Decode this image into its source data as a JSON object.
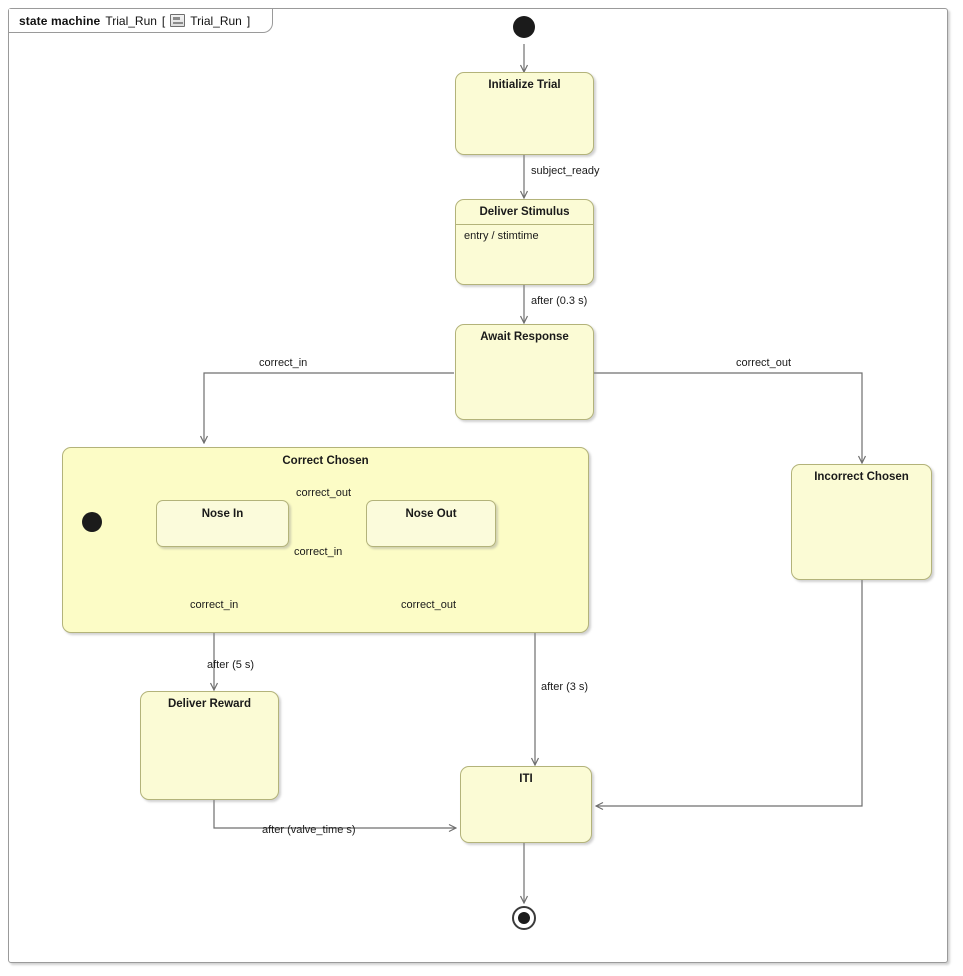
{
  "frame": {
    "keyword": "state machine",
    "name": "Trial_Run",
    "bracket_open": "[",
    "tab_icon": "diagram-icon",
    "tab_label": "Trial_Run",
    "bracket_close": "]"
  },
  "colors": {
    "state_fill": "#fbfbd5",
    "composite_fill": "#fcfcc6",
    "substate_fill": "#fbfbdb",
    "state_border": "#b3b37a",
    "edge": "#6f6f6f",
    "frame_border": "#9a9a9a",
    "text": "#1a1a1a",
    "pseudostate": "#1b1b1b"
  },
  "states": {
    "initialize_trial": {
      "name": "Initialize Trial"
    },
    "deliver_stimulus": {
      "name": "Deliver Stimulus",
      "entry": "entry / stimtime"
    },
    "await_response": {
      "name": "Await Response"
    },
    "correct_chosen": {
      "name": "Correct Chosen"
    },
    "nose_in": {
      "name": "Nose In"
    },
    "nose_out": {
      "name": "Nose Out"
    },
    "incorrect_chosen": {
      "name": "Incorrect Chosen"
    },
    "deliver_reward": {
      "name": "Deliver Reward"
    },
    "iti": {
      "name": "ITI"
    }
  },
  "pseudostates": {
    "initial": "initial-state",
    "composite_initial": "composite-initial-state",
    "final": "final-state"
  },
  "transitions": {
    "t_subject_ready": "subject_ready",
    "t_after_03": "after (0.3 s)",
    "t_correct_in": "correct_in",
    "t_correct_out": "correct_out",
    "t_nosein_to_noseout": "correct_out",
    "t_noseout_to_nosein": "correct_in",
    "t_nosein_self": "correct_in",
    "t_noseout_self": "correct_out",
    "t_after_5": "after (5 s)",
    "t_after_3": "after (3 s)",
    "t_after_valve": "after (valve_time s)"
  }
}
